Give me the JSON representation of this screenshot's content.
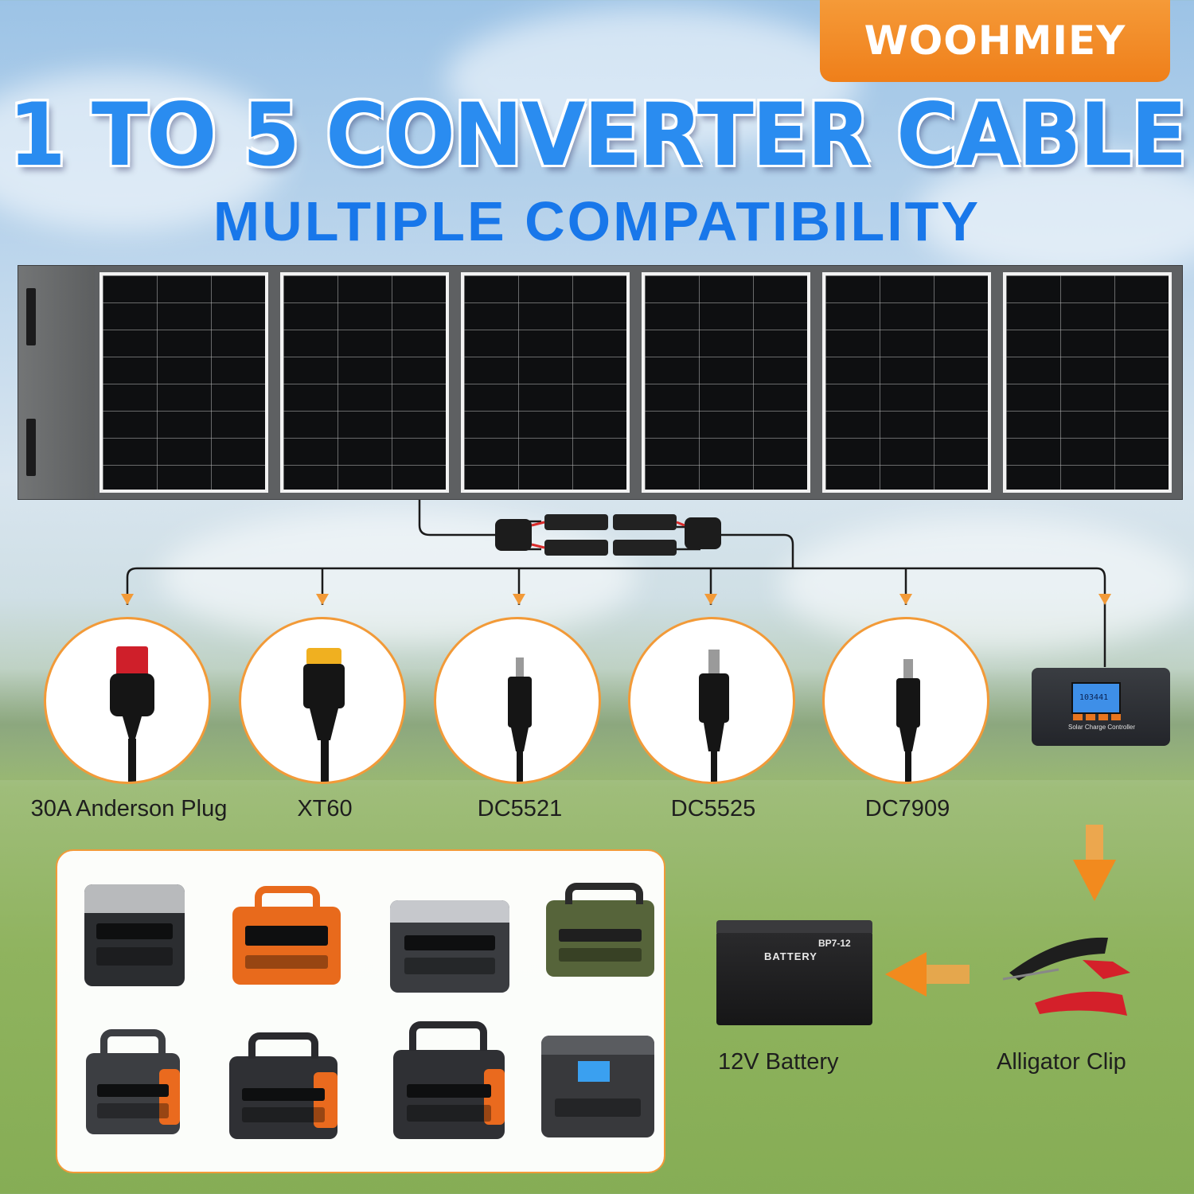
{
  "brand": {
    "name": "WOOHMIEY"
  },
  "headline": "1 TO 5 CONVERTER CABLE",
  "subheadline": "MULTIPLE COMPATIBILITY",
  "connectors": [
    {
      "label": "30A Anderson Plug",
      "icon": "anderson-plug-icon"
    },
    {
      "label": "XT60",
      "icon": "xt60-plug-icon"
    },
    {
      "label": "DC5521",
      "icon": "dc5521-plug-icon"
    },
    {
      "label": "DC5525",
      "icon": "dc5525-plug-icon"
    },
    {
      "label": "DC7909",
      "icon": "dc7909-plug-icon"
    }
  ],
  "controller": {
    "screen_text": "103441",
    "caption": "Solar Charge Controller"
  },
  "battery": {
    "label": "12V Battery",
    "model": "BP7-12",
    "brand_text": "BATTERY"
  },
  "clip": {
    "label": "Alligator Clip"
  },
  "colors": {
    "accent": "#f29a38",
    "title_blue": "#2a8cf0",
    "subtitle_blue": "#1877ea",
    "wire": "#1a1a1a"
  }
}
